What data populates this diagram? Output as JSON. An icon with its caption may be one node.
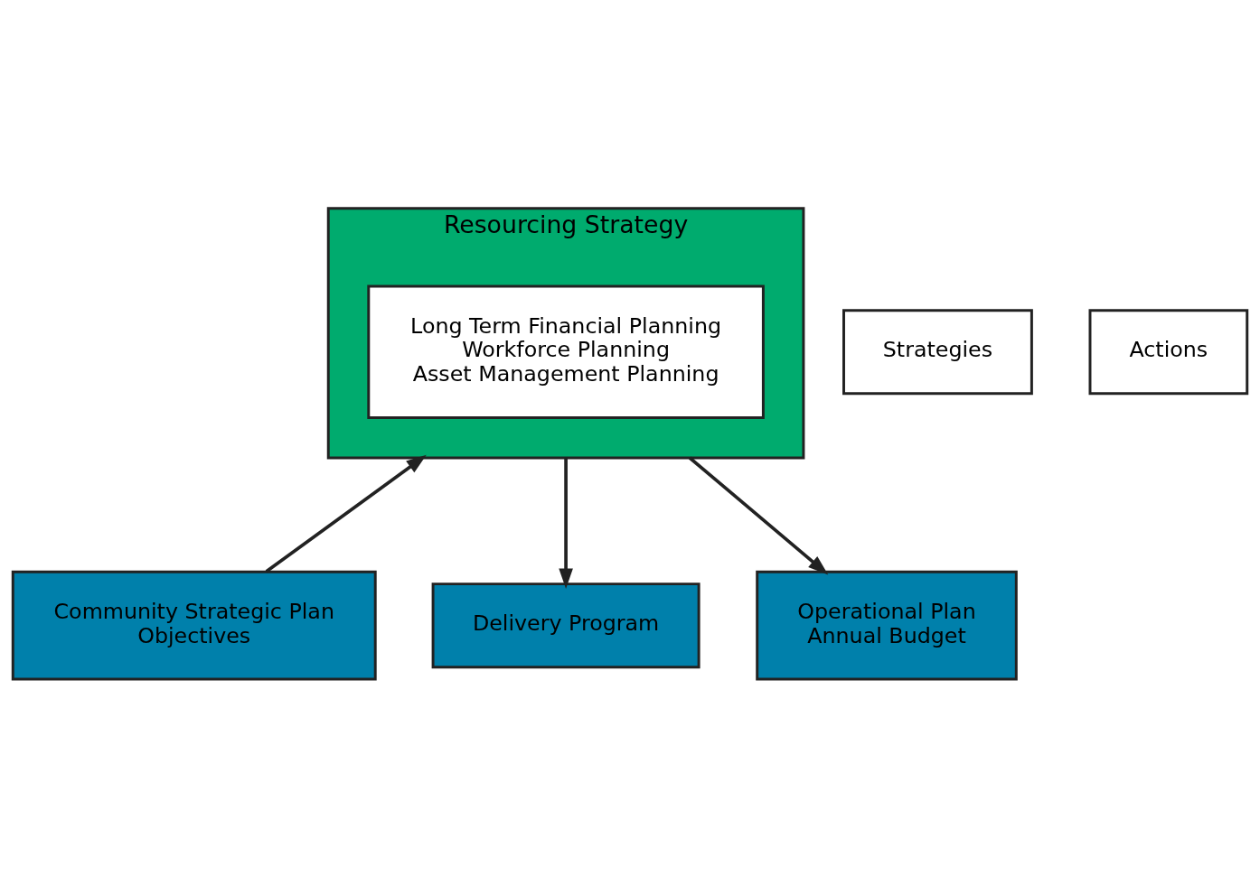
{
  "diagram": {
    "nodes": [
      {
        "text": [
          "Community Strategic Plan",
          "Objectives"
        ]
      },
      {
        "text": [
          "Delivery Program"
        ]
      },
      {
        "text": [
          "Operational Plan",
          "Annual Budget"
        ]
      },
      {
        "text": [
          "Strategies"
        ]
      },
      {
        "text": [
          "Actions"
        ]
      },
      {
        "text": [
          "Resourcing Strategy"
        ]
      },
      {
        "text": [
          "Long Term Financial Planning",
          "Workforce Planning",
          "Asset Management Planning"
        ],
        "in": 5
      }
    ],
    "edges": [
      {
        "from": 0,
        "to": 5,
        "arrow": "to"
      },
      {
        "from": 5,
        "to": 1,
        "arrow": "to"
      },
      {
        "from": 5,
        "to": 2,
        "arrow": "to"
      }
    ]
  }
}
